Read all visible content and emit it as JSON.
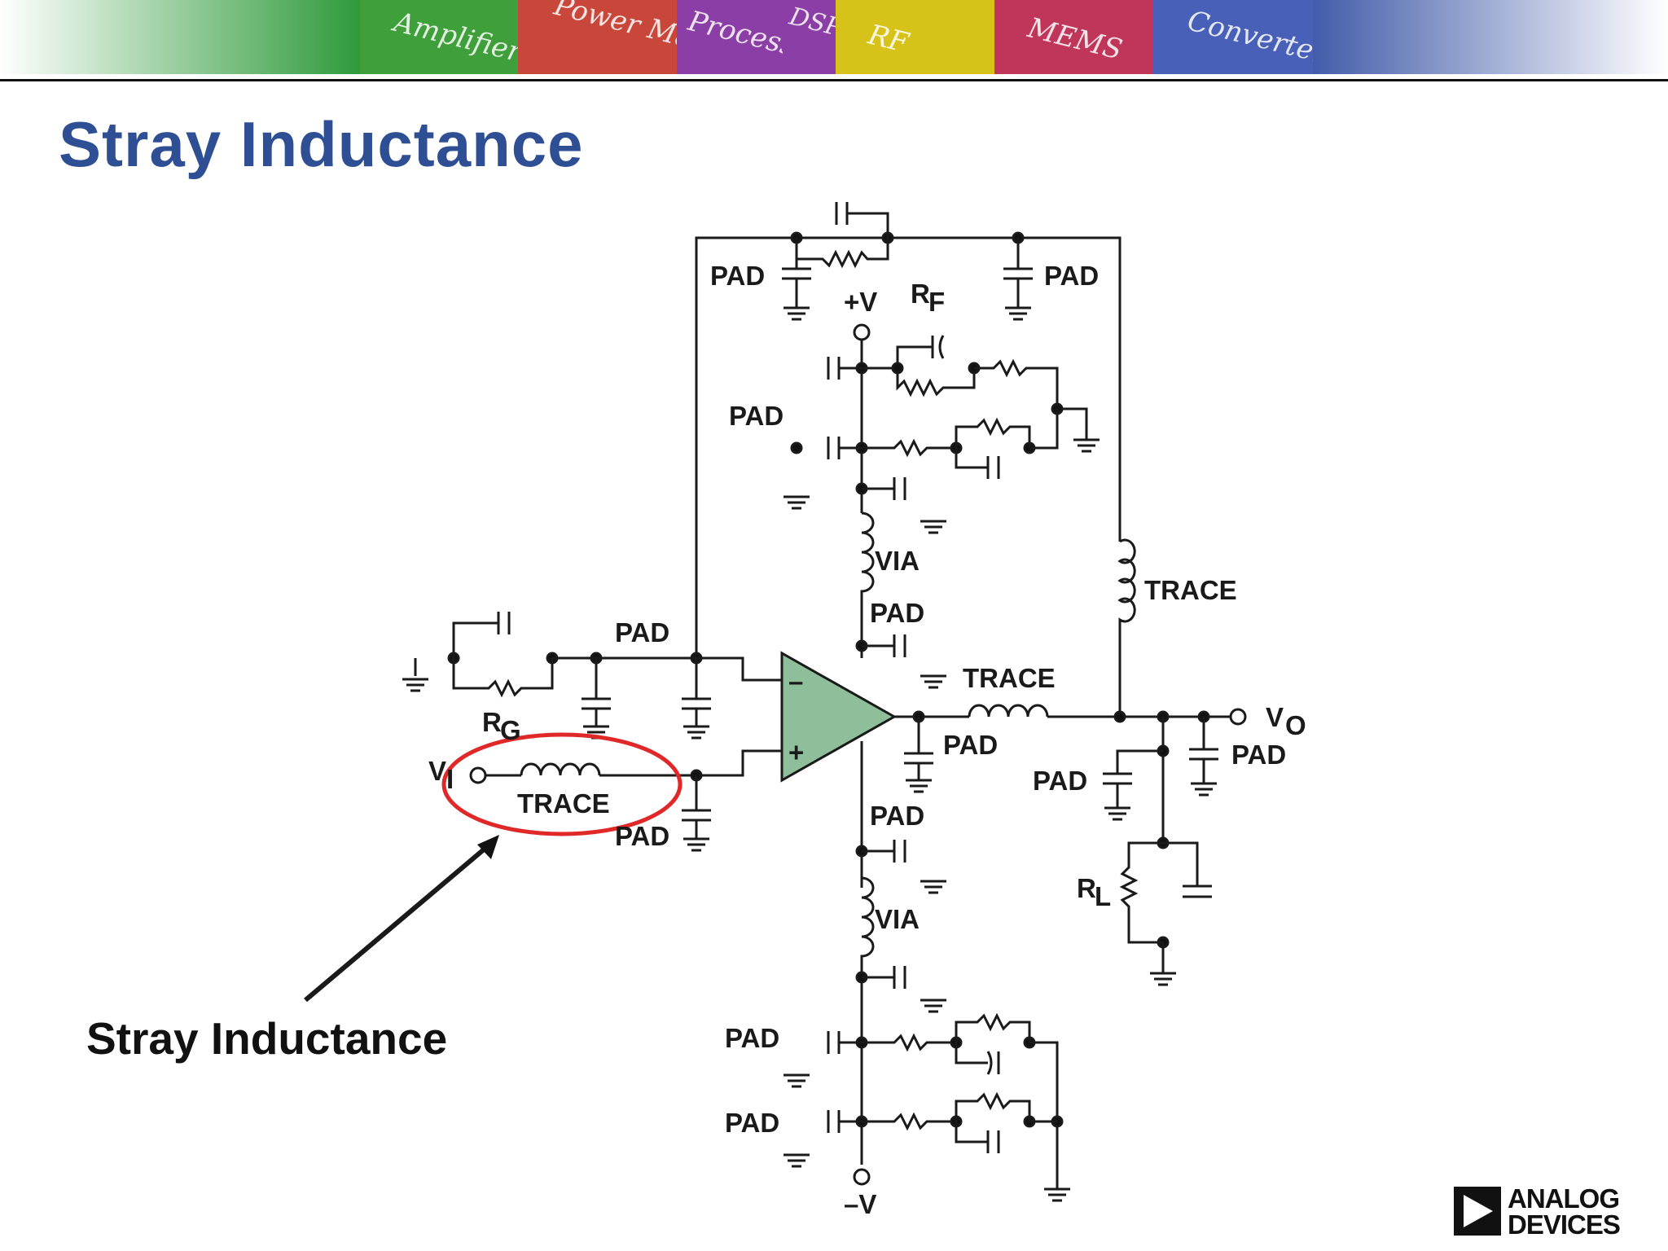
{
  "banner": {
    "tiles": [
      {
        "label": "Amplifiers",
        "color": "#3f9f3a"
      },
      {
        "label": "Power Management",
        "color": "#c8463a"
      },
      {
        "label": "Processors",
        "color": "#8b3fa6"
      },
      {
        "label": "DSP",
        "color": "#8b3fa6"
      },
      {
        "label": "RF",
        "color": "#d7c21a"
      },
      {
        "label": "MEMS",
        "color": "#c0365a"
      },
      {
        "label": "Converters",
        "color": "#4960b8"
      }
    ]
  },
  "title": "Stray Inductance",
  "callout": {
    "label": "Stray Inductance",
    "highlight_color": "#e02828"
  },
  "diagram": {
    "pad_label": "PAD",
    "trace_label": "TRACE",
    "via_label": "VIA",
    "rf_label": "R",
    "rf_sub": "F",
    "rg_label": "R",
    "rg_sub": "G",
    "rl_label": "R",
    "rl_sub": "L",
    "vi_label": "V",
    "vi_sub": "I",
    "vo_label": "V",
    "vo_sub": "O",
    "pos_supply": "+V",
    "neg_supply": "–V",
    "opamp_minus": "–",
    "opamp_plus": "+",
    "opamp_color": "#8fbf9a"
  },
  "logo": {
    "line1": "ANALOG",
    "line2": "DEVICES"
  }
}
